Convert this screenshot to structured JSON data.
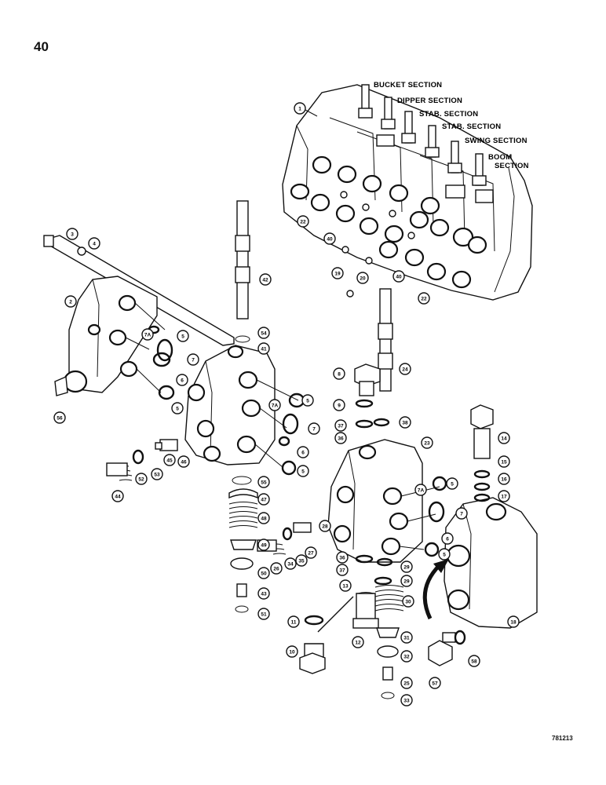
{
  "page_number": "40",
  "figure_code": "781213",
  "section_labels": {
    "bucket": "BUCKET SECTION",
    "dipper": "DIPPER SECTION",
    "stab1": "STAB. SECTION",
    "stab2": "STAB. SECTION",
    "swing": "SWING SECTION",
    "boom_1": "BOOM",
    "boom_2": "SECTION"
  },
  "callouts": {
    "c1": "1",
    "c2": "2",
    "c3": "3",
    "c4": "4",
    "c5a": "5",
    "c5b": "5",
    "c5c": "5",
    "c5d": "5",
    "c5e": "5",
    "c5f": "5",
    "c6a": "6",
    "c6b": "6",
    "c6c": "6",
    "c7a": "7",
    "c7b": "7",
    "c7c": "7",
    "c7Aa": "7A",
    "c7Ab": "7A",
    "c7Ac": "7A",
    "c8": "8",
    "c9": "9",
    "c10": "10",
    "c11": "11",
    "c12": "12",
    "c13": "13",
    "c14": "14",
    "c15": "15",
    "c16": "16",
    "c17": "17",
    "c18": "18",
    "c19": "19",
    "c20": "20",
    "c22a": "22",
    "c22b": "22",
    "c23": "23",
    "c24": "24",
    "c25": "25",
    "c26": "26",
    "c27": "27",
    "c28": "28",
    "c29a": "29",
    "c29b": "29",
    "c30": "30",
    "c31": "31",
    "c32": "32",
    "c33": "33",
    "c34": "34",
    "c35": "35",
    "c36a": "36",
    "c36b": "36",
    "c37a": "37",
    "c37b": "37",
    "c38": "38",
    "c40a": "40",
    "c40b": "40",
    "c41": "41",
    "c42": "42",
    "c43": "43",
    "c44": "44",
    "c45": "45",
    "c46": "46",
    "c47": "47",
    "c48": "48",
    "c49": "49",
    "c50": "50",
    "c51": "51",
    "c52": "52",
    "c53": "53",
    "c54": "54",
    "c55": "55",
    "c56": "56",
    "c57": "57",
    "c58": "58"
  }
}
